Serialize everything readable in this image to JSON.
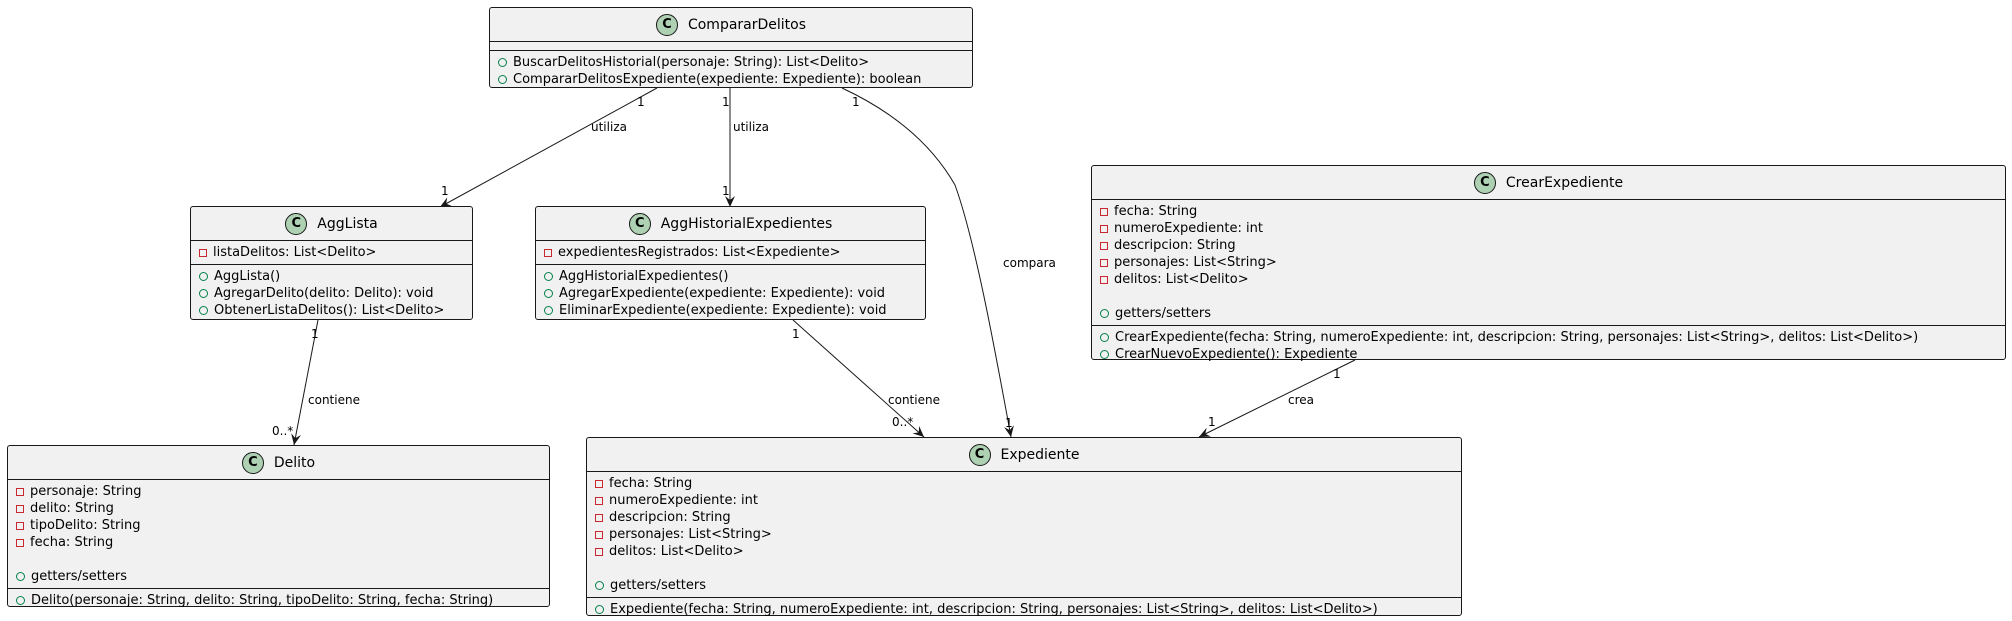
{
  "classes": {
    "comparar": {
      "name": "CompararDelitos",
      "methods": [
        "BuscarDelitosHistorial(personaje: String): List<Delito>",
        "CompararDelitosExpediente(expediente: Expediente): boolean"
      ]
    },
    "agglista": {
      "name": "AggLista",
      "attributes": [
        "listaDelitos: List<Delito>"
      ],
      "methods": [
        "AggLista()",
        "AgregarDelito(delito: Delito): void",
        "ObtenerListaDelitos(): List<Delito>"
      ]
    },
    "agghist": {
      "name": "AggHistorialExpedientes",
      "attributes": [
        "expedientesRegistrados: List<Expediente>"
      ],
      "methods": [
        "AggHistorialExpedientes()",
        "AgregarExpediente(expediente: Expediente): void",
        "EliminarExpediente(expediente: Expediente): void"
      ]
    },
    "crear": {
      "name": "CrearExpediente",
      "attributes": [
        "fecha: String",
        "numeroExpediente: int",
        "descripcion: String",
        "personajes: List<String>",
        "delitos: List<Delito>"
      ],
      "extra": "getters/setters",
      "methods": [
        "CrearExpediente(fecha: String, numeroExpediente: int, descripcion: String, personajes: List<String>, delitos: List<Delito>)",
        "CrearNuevoExpediente(): Expediente"
      ]
    },
    "delito": {
      "name": "Delito",
      "attributes": [
        "personaje: String",
        "delito: String",
        "tipoDelito: String",
        "fecha: String"
      ],
      "extra": "getters/setters",
      "methods": [
        "Delito(personaje: String, delito: String, tipoDelito: String, fecha: String)"
      ]
    },
    "expediente": {
      "name": "Expediente",
      "attributes": [
        "fecha: String",
        "numeroExpediente: int",
        "descripcion: String",
        "personajes: List<String>",
        "delitos: List<Delito>"
      ],
      "extra": "getters/setters",
      "methods": [
        "Expediente(fecha: String, numeroExpediente: int, descripcion: String, personajes: List<String>, delitos: List<Delito>)"
      ]
    }
  },
  "relations": {
    "r1": {
      "label": "utiliza",
      "from_mult": "1",
      "to_mult": "1"
    },
    "r2": {
      "label": "utiliza",
      "from_mult": "1",
      "to_mult": "1"
    },
    "r3": {
      "label": "compara",
      "from_mult": "1",
      "to_mult": "1"
    },
    "r4": {
      "label": "contiene",
      "from_mult": "1",
      "to_mult": "0..*"
    },
    "r5": {
      "label": "contiene",
      "from_mult": "1",
      "to_mult": "0..*"
    },
    "r6": {
      "label": "crea",
      "from_mult": "1",
      "to_mult": "1"
    }
  },
  "class_icon_letter": "C"
}
